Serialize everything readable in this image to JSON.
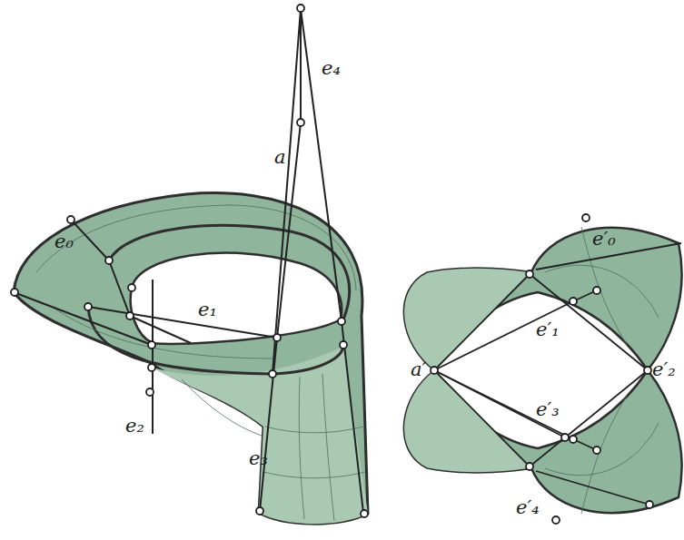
{
  "diagram": {
    "labels": [
      "e₄",
      "a",
      "e₀",
      "e₁",
      "e₂",
      "e₃",
      "e′₀",
      "e′₁",
      "a′",
      "e′₂",
      "e′₃",
      "e′₄"
    ]
  }
}
